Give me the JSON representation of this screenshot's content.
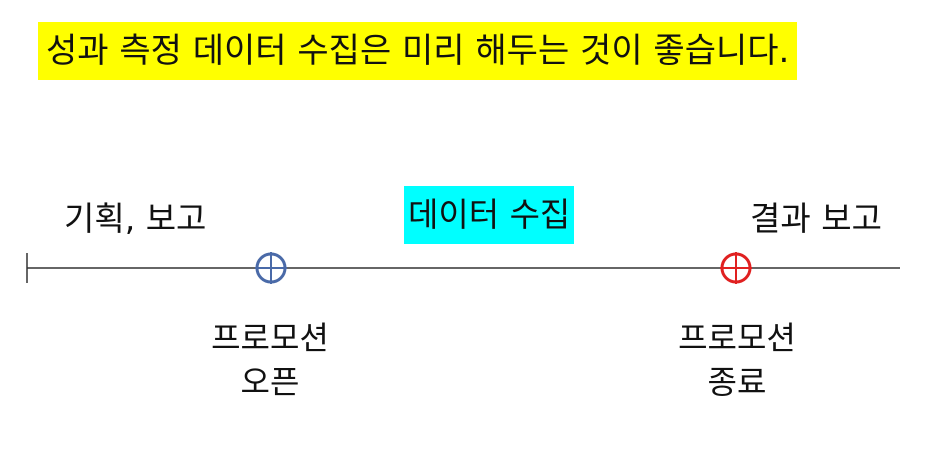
{
  "headline": {
    "text": "성과 측정 데이터 수집은 미리 해두는 것이 좋습니다.",
    "highlight_color": "#ffff00"
  },
  "timeline": {
    "phases": {
      "planning": "기획, 보고",
      "data_collection": "데이터 수집",
      "data_collection_highlight_color": "#00ffff",
      "result_report": "결과 보고"
    },
    "markers": {
      "promotion_open": {
        "line1": "프로모션",
        "line2": "오픈",
        "color": "#4a6aa8"
      },
      "promotion_end": {
        "line1": "프로모션",
        "line2": "종료",
        "color": "#e02020"
      }
    }
  }
}
